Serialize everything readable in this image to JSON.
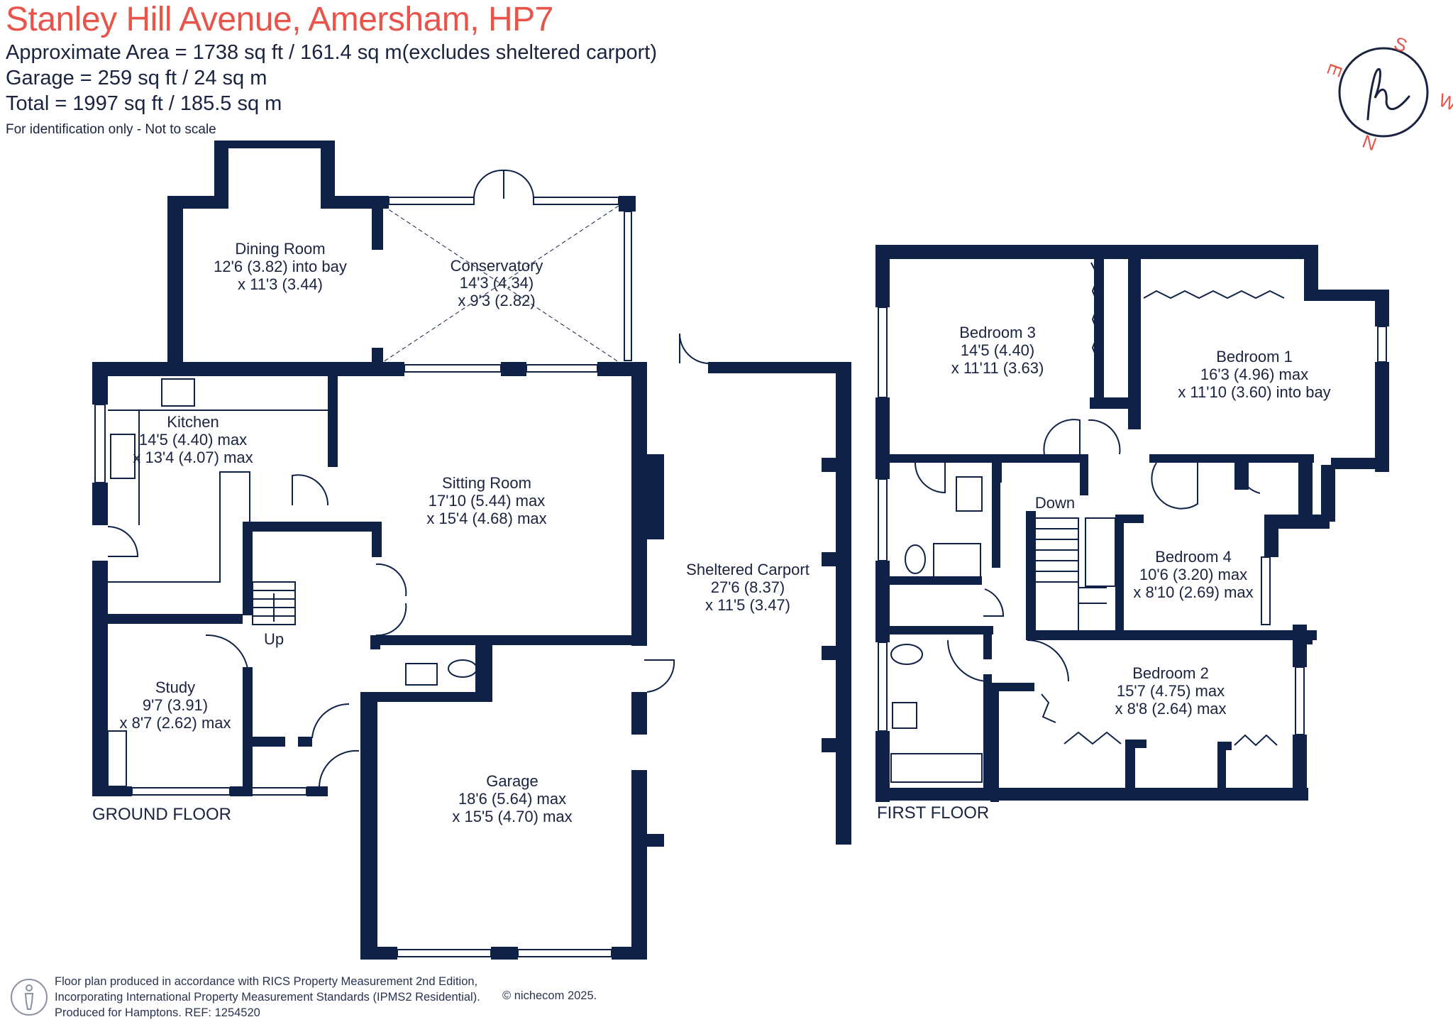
{
  "header": {
    "title": "Stanley Hill Avenue, Amersham, HP7",
    "area_main": "Approximate Area = 1738 sq ft / 161.4 sq m(excludes sheltered carport)",
    "area_garage": "Garage = 259 sq ft / 24 sq m",
    "area_total": "Total = 1997 sq ft / 185.5 sq m",
    "note": "For identification only - Not to scale"
  },
  "compass": {
    "labels": [
      "S",
      "W",
      "N",
      "E"
    ]
  },
  "floors": {
    "ground": {
      "label": "GROUND FLOOR",
      "rooms": [
        {
          "name": "Dining Room",
          "dim1": "12'6 (3.82) into bay",
          "dim2": "x 11'3 (3.44)"
        },
        {
          "name": "Conservatory",
          "dim1": "14'3 (4.34)",
          "dim2": "x 9'3 (2.82)"
        },
        {
          "name": "Kitchen",
          "dim1": "14'5 (4.40) max",
          "dim2": "x 13'4 (4.07) max"
        },
        {
          "name": "Sitting Room",
          "dim1": "17'10 (5.44) max",
          "dim2": "x 15'4 (4.68) max"
        },
        {
          "name": "Study",
          "dim1": "9'7 (3.91)",
          "dim2": "x 8'7 (2.62) max"
        },
        {
          "name": "Garage",
          "dim1": "18'6 (5.64) max",
          "dim2": "x 15'5 (4.70) max"
        },
        {
          "name": "Sheltered Carport",
          "dim1": "27'6 (8.37)",
          "dim2": "x 11'5 (3.47)"
        }
      ],
      "stair_label": "Up"
    },
    "first": {
      "label": "FIRST FLOOR",
      "rooms": [
        {
          "name": "Bedroom 3",
          "dim1": "14'5 (4.40)",
          "dim2": "x 11'11 (3.63)"
        },
        {
          "name": "Bedroom 1",
          "dim1": "16'3 (4.96) max",
          "dim2": "x 11'10 (3.60) into bay"
        },
        {
          "name": "Bedroom 4",
          "dim1": "10'6 (3.20) max",
          "dim2": "x 8'10 (2.69) max"
        },
        {
          "name": "Bedroom 2",
          "dim1": "15'7 (4.75) max",
          "dim2": "x 8'8 (2.64) max"
        }
      ],
      "stair_label": "Down"
    }
  },
  "footer": {
    "line1": "Floor plan produced in accordance with RICS Property Measurement 2nd Edition,",
    "line2": "Incorporating International Property Measurement Standards (IPMS2 Residential).",
    "line3": "Produced for Hamptons.   REF:  1254520",
    "copyright": "© nichecom 2025."
  },
  "colors": {
    "wall": "#0f2147",
    "accent": "#e8534a",
    "text": "#1a2340"
  }
}
